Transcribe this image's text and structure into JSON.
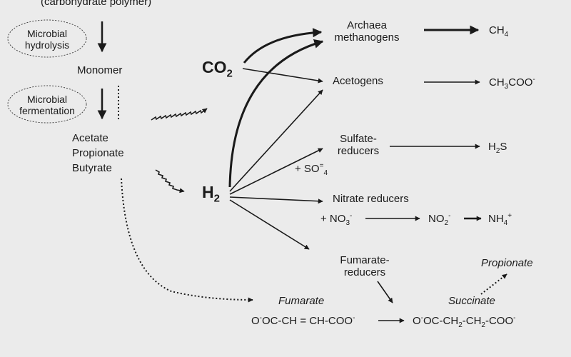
{
  "top_label": "(carbohydrate polymer)",
  "process_1": [
    "Microbial",
    "hydrolysis"
  ],
  "process_2": [
    "Microbial",
    "fermentation"
  ],
  "monomer": "Monomer",
  "acids": [
    "Acetate",
    "Propionate",
    "Butyrate"
  ],
  "co2": {
    "main": "CO",
    "sub": "2"
  },
  "h2": {
    "main": "H",
    "sub": "2"
  },
  "methanogens": [
    "Archaea",
    "methanogens"
  ],
  "ch4": {
    "main": "CH",
    "sub": "4"
  },
  "acetogens": "Acetogens",
  "acetate_product": {
    "a": "CH",
    "sub": "3",
    "b": "COO",
    "sup": "-"
  },
  "sulfate_reducers": [
    "Sulfate-",
    "reducers"
  ],
  "sulfate": {
    "a": "+ SO",
    "sup": "=",
    "sub": "4"
  },
  "h2s": {
    "a": "H",
    "sub": "2",
    "b": "S"
  },
  "nitrate_reducers": "Nitrate reducers",
  "nitrate": {
    "a": "+ NO",
    "sub": "3",
    "sup": "-"
  },
  "nitrite": {
    "a": "NO",
    "sub": "2",
    "sup": "-"
  },
  "ammonium": {
    "a": "NH",
    "sub": "4",
    "sup": "+"
  },
  "fumarate_reducers": [
    "Fumarate-",
    "reducers"
  ],
  "propionate_product": "Propionate",
  "fumarate_label": "Fumarate",
  "fumarate_formula": {
    "a": "O",
    "sup": "-",
    "b": "OC-CH = CH-COO",
    "sup2": "-"
  },
  "succinate_label": "Succinate",
  "succinate_formula": {
    "a": "O",
    "sup": "-",
    "b": "OC-CH",
    "sub1": "2",
    "c": "-CH",
    "sub2": "2",
    "d": "-COO",
    "sup2": "-"
  }
}
